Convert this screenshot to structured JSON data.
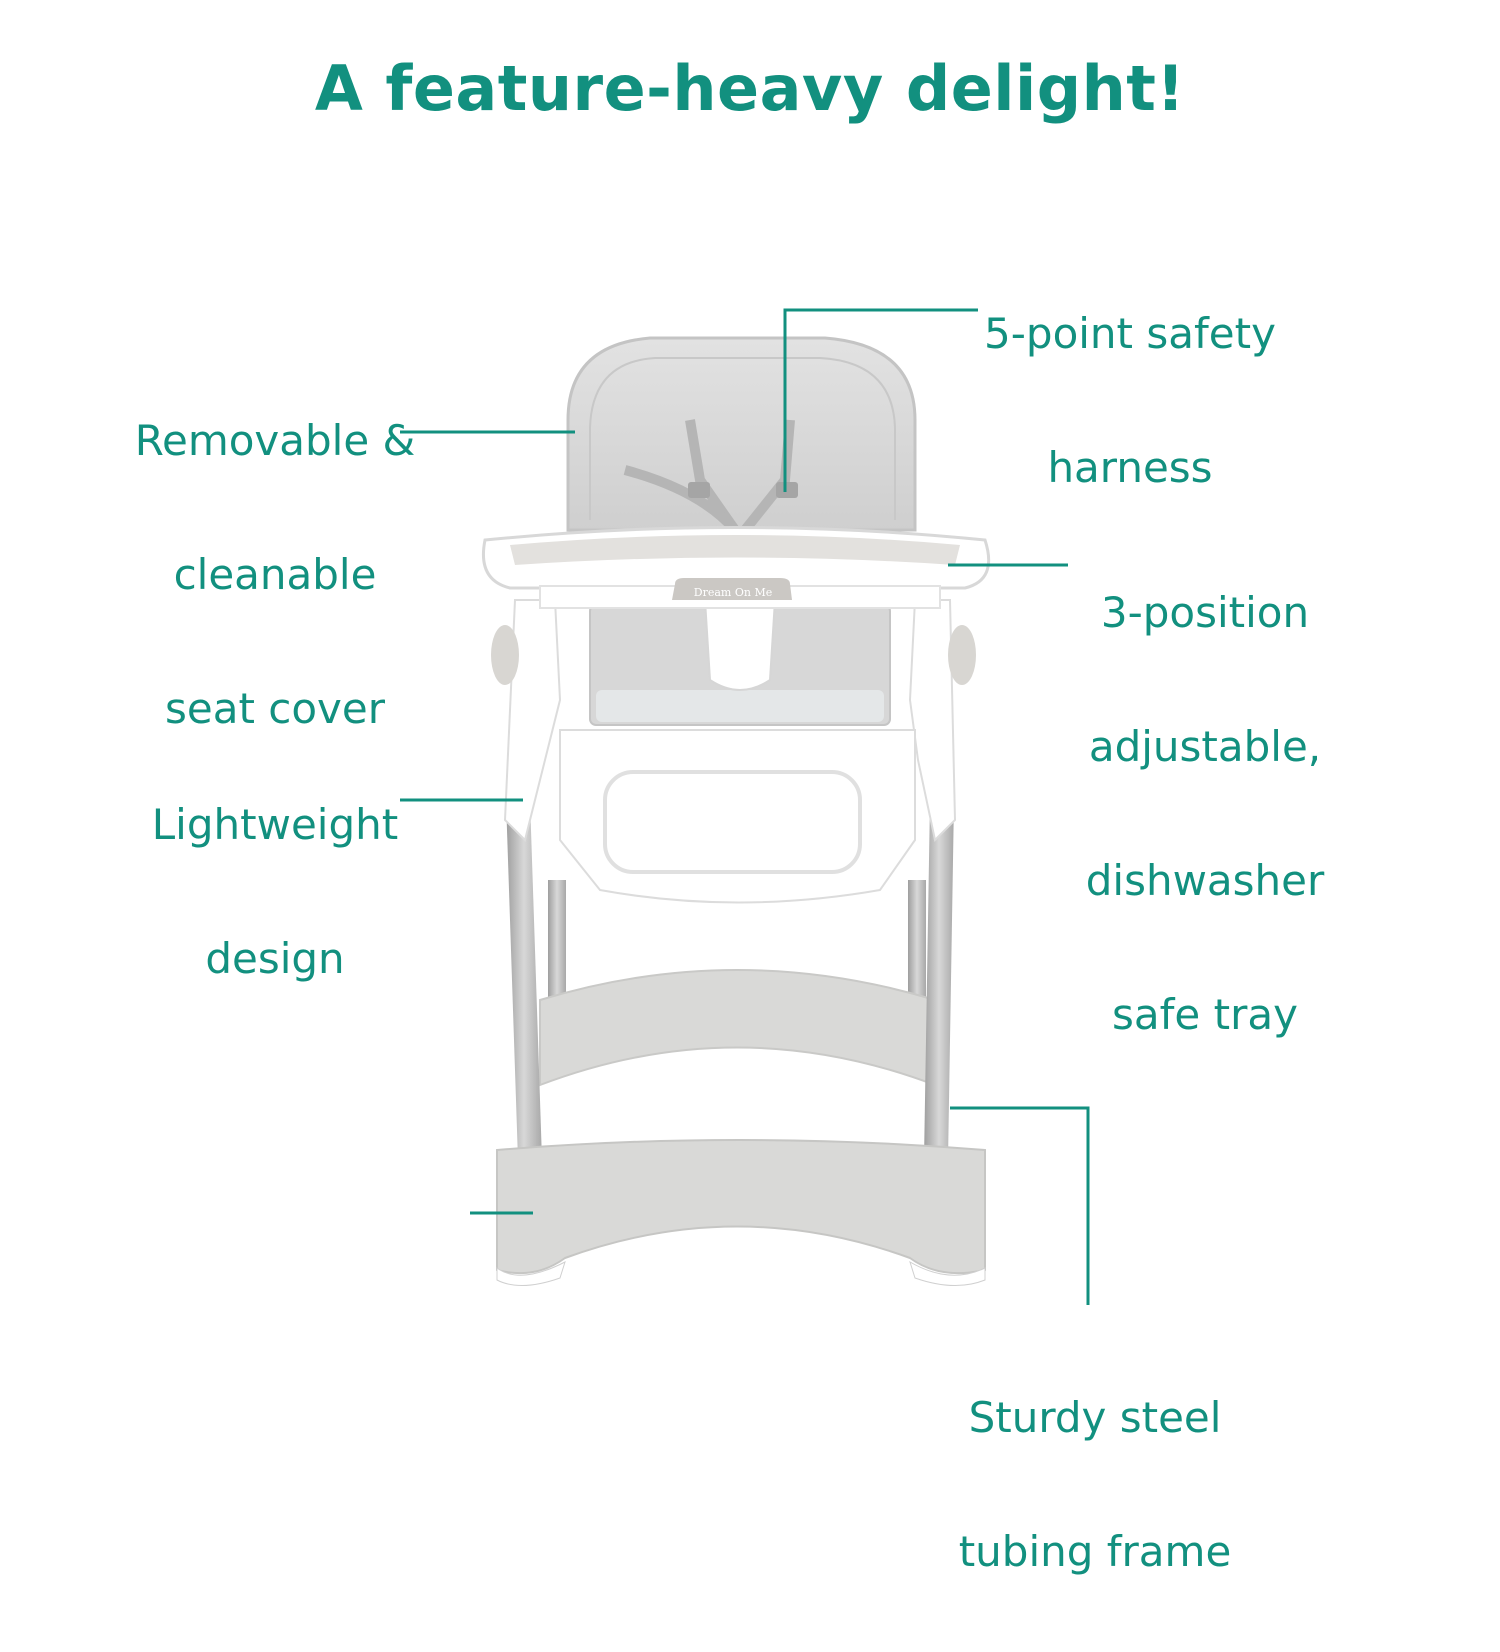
{
  "headline": "A feature-heavy delight!",
  "colors": {
    "accent": "#12907f",
    "chair_gray": "#d9d9d9",
    "chair_dark_gray": "#c7c7c5",
    "frame_white": "#ffffff",
    "tube_gray": "#b9b9b9"
  },
  "brand": "Dream On Me",
  "callouts": {
    "removable": [
      "Removable &",
      "cleanable",
      "seat cover"
    ],
    "harness": [
      "5-point safety",
      "harness"
    ],
    "tray": [
      "3-position",
      "adjustable,",
      "dishwasher",
      "safe tray"
    ],
    "lightweight": [
      "Lightweight",
      "design"
    ],
    "steel": [
      "Sturdy steel",
      "tubing frame"
    ]
  }
}
